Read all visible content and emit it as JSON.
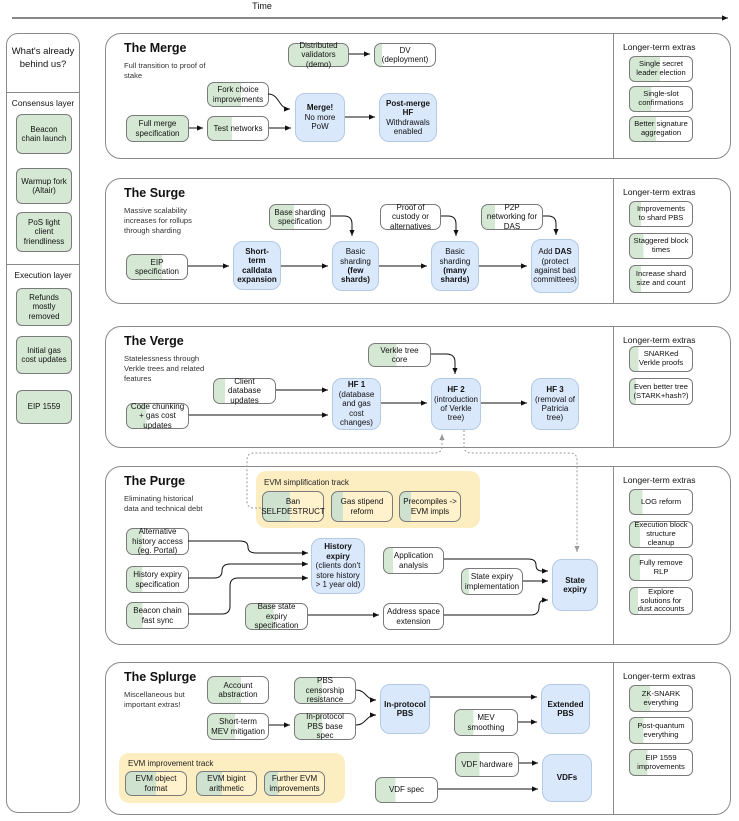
{
  "timeline": {
    "label": "Time"
  },
  "extras_title": "Longer-term extras",
  "sidebar": {
    "title": "What's already behind us?",
    "consensus": {
      "label": "Consensus layer",
      "items": [
        "Beacon chain launch",
        "Warmup fork (Altair)",
        "PoS light client friendliness"
      ]
    },
    "execution": {
      "label": "Execution layer",
      "items": [
        "Refunds mostly removed",
        "Initial gas cost updates",
        "EIP 1559"
      ]
    }
  },
  "merge": {
    "title": "The Merge",
    "subtitle": "Full transition to proof of stake",
    "nodes": {
      "distributed_validators": "Distributed validators (demo)",
      "dv_deployment": "DV (deployment)",
      "fork_choice": "Fork choice improvements",
      "full_merge_spec": "Full merge specification",
      "test_networks": "Test networks",
      "merge_milestone": {
        "title": "Merge!",
        "sub": "No more PoW"
      },
      "postmerge_hf": {
        "title": "Post-merge HF",
        "sub": "Withdrawals enabled"
      }
    },
    "extras": [
      "Single secret leader election",
      "Single-slot confirmations",
      "Better signature aggregation"
    ]
  },
  "surge": {
    "title": "The Surge",
    "subtitle": "Massive scalability increases for rollups through sharding",
    "nodes": {
      "eip_spec": "EIP specification",
      "shortterm_calldata": {
        "title": "Short-term calldata expansion"
      },
      "base_sharding_spec": "Base sharding specification",
      "basic_few": {
        "t1": "Basic sharding",
        "b1": "(few shards)"
      },
      "proof_custody": "Proof of custody or alternatives",
      "basic_many": {
        "t1": "Basic sharding",
        "b1": "(many shards)"
      },
      "p2p_das": "P2P networking for DAS",
      "add_das": {
        "t1": "Add",
        "b1": "DAS",
        "sub": "(protect against bad committees)"
      }
    },
    "extras": [
      "Improvements to shard PBS",
      "Staggered block times",
      "Increase shard size and count"
    ]
  },
  "verge": {
    "title": "The Verge",
    "subtitle": "Statelessness through Verkle trees and related features",
    "nodes": {
      "verkle_core": "Verkle tree core",
      "client_db": "Client database updates",
      "code_chunking": "Code chunking + gas cost updates",
      "hf1": {
        "title": "HF 1",
        "sub": "(database and gas cost changes)"
      },
      "hf2": {
        "title": "HF 2",
        "sub": "(introduction of Verkle tree)"
      },
      "hf3": {
        "title": "HF 3",
        "sub": "(removal of Patricia tree)"
      }
    },
    "extras": [
      "SNARKed Verkle proofs",
      "Even better tree (STARK+hash?)"
    ]
  },
  "purge": {
    "title": "The Purge",
    "subtitle": "Eliminating historical data and technical debt",
    "track_label": "EVM simplification track",
    "nodes": {
      "ban_selfdestruct": "Ban SELFDESTRUCT",
      "gas_stipend": "Gas stipend reform",
      "precompiles": "Precompiles -> EVM impls",
      "alt_history": "Alternative history access (eg. Portal)",
      "history_expiry_spec": "History expiry specification",
      "beacon_fast_sync": "Beacon chain fast sync",
      "history_expiry": {
        "title": "History expiry",
        "sub": "(clients don't store history > 1 year old)"
      },
      "application_analysis": "Application analysis",
      "state_expiry_impl": "State expiry implementation",
      "base_state_spec": "Base state expiry specification",
      "addr_space": "Address space extension",
      "state_expiry": {
        "title": "State expiry"
      }
    },
    "extras": [
      "LOG reform",
      "Execution block structure cleanup",
      "Fully remove RLP",
      "Explore solutions for dust accounts"
    ]
  },
  "splurge": {
    "title": "The Splurge",
    "subtitle": "Miscellaneous but important extras!",
    "track_label": "EVM improvement track",
    "nodes": {
      "account_abstraction": "Account abstraction",
      "pbs_censorship": "PBS censorship resistance",
      "shortterm_mev": "Short-term MEV mitigation",
      "inprotocol_base": "In-protocol PBS base spec",
      "inprotocol_pbs": {
        "title": "In-protocol PBS"
      },
      "mev_smoothing": "MEV smoothing",
      "extended_pbs": {
        "title": "Extended PBS"
      },
      "evm_object": "EVM object format",
      "evm_bigint": "EVM bigint arithmetic",
      "further_evm": "Further EVM improvements",
      "vdf_hardware": "VDF hardware",
      "vdf_spec": "VDF spec",
      "vdfs": {
        "title": "VDFs"
      }
    },
    "extras": [
      "ZK-SNARK everything",
      "Post-quantum everything",
      "EIP 1559 improvements"
    ]
  },
  "colors": {
    "done_green": "#d5e8d4",
    "milestone_blue": "#dae8fc",
    "track_yellow": "#fdeec2",
    "box_yellow": "#fff2cc",
    "border_gray": "#7a7a7a"
  }
}
